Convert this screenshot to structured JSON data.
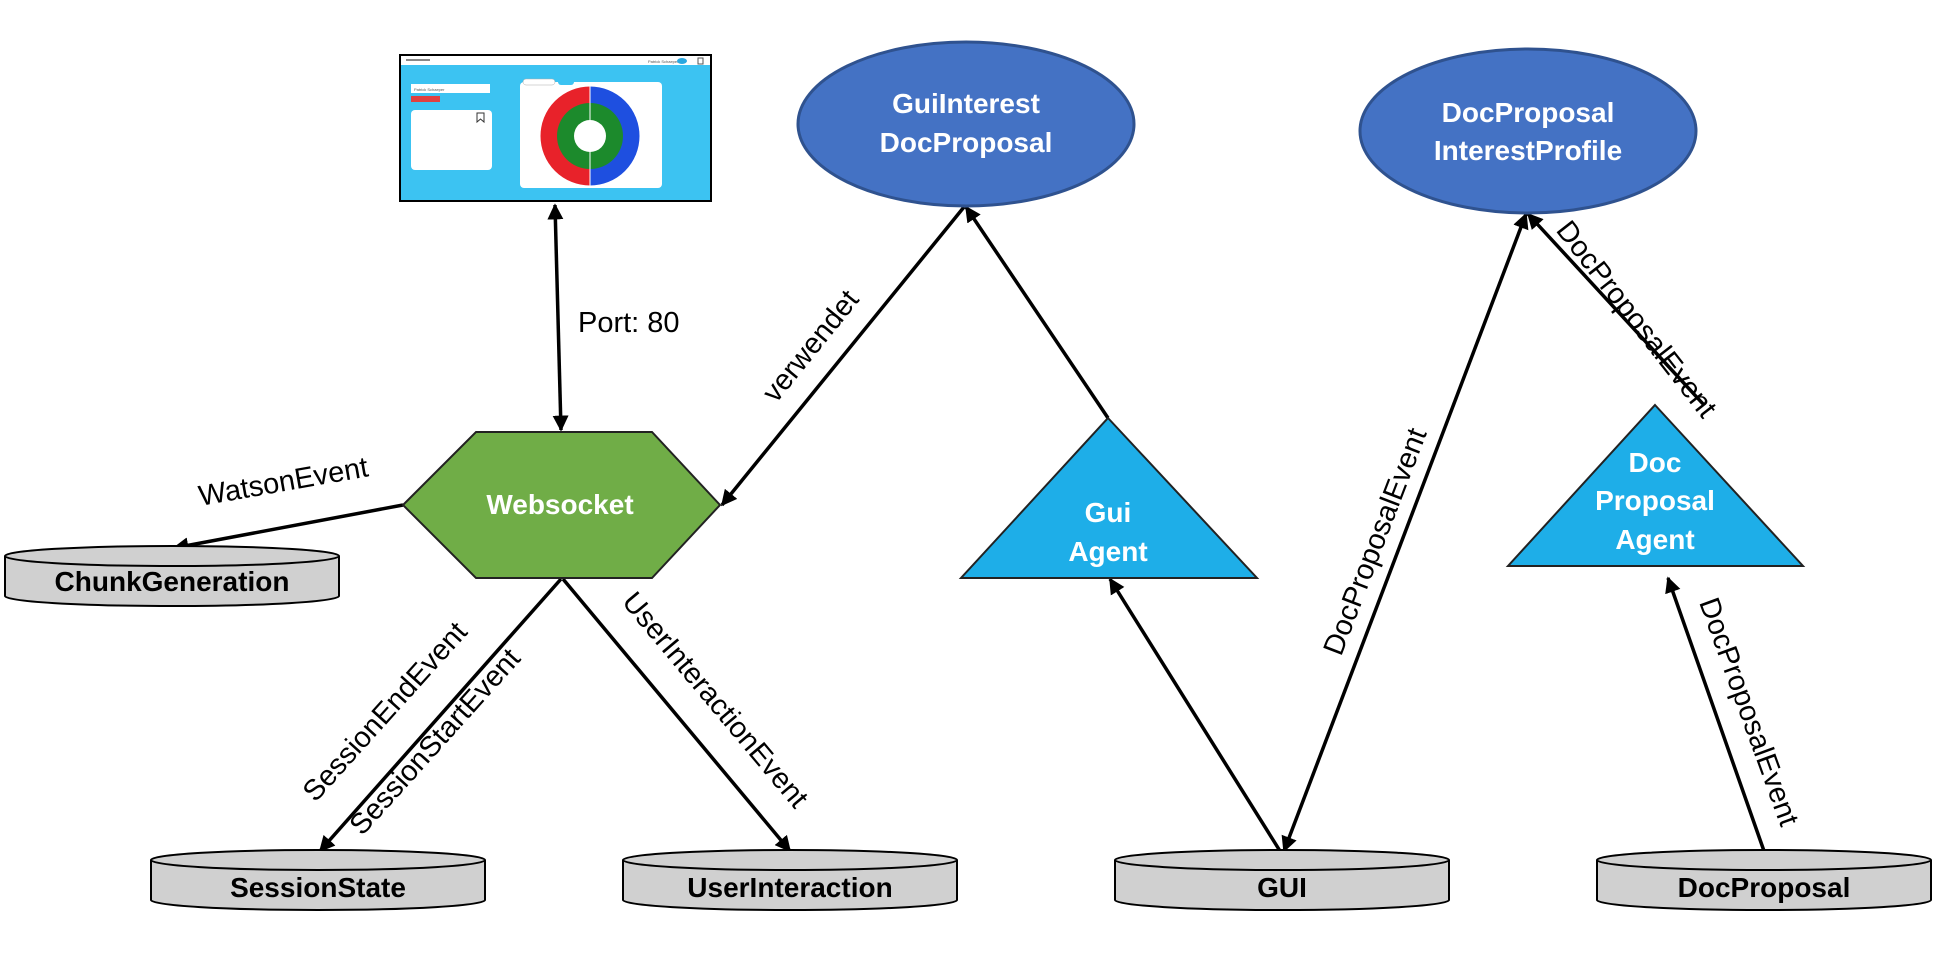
{
  "nodes": {
    "gui_interest_docproposal": {
      "line1": "GuiInterest",
      "line2": "DocProposal"
    },
    "docproposal_interestprofile": {
      "line1": "DocProposal",
      "line2": "InterestProfile"
    },
    "websocket": {
      "label": "Websocket"
    },
    "gui_agent": {
      "line1": "Gui",
      "line2": "Agent"
    },
    "docproposal_agent": {
      "line1": "Doc",
      "line2": "Proposal",
      "line3": "Agent"
    },
    "chunk_generation": {
      "label": "ChunkGeneration"
    },
    "session_state": {
      "label": "SessionState"
    },
    "user_interaction": {
      "label": "UserInteraction"
    },
    "gui_db": {
      "label": "GUI"
    },
    "docproposal_db": {
      "label": "DocProposal"
    }
  },
  "edges": {
    "port": "Port: 80",
    "verwendet": "verwendet",
    "watson_event": "WatsonEvent",
    "session_end_event": "SessionEndEvent",
    "session_start_event": "SessionStartEvent",
    "user_interaction_event": "UserInteractionEvent",
    "docproposal_event_gui": "DocProposalEvent",
    "docproposal_event_profile": "DocProposalEvent",
    "docproposal_event_agent": "DocProposalEvent"
  },
  "screenshot": {
    "user_name": "Patrick Schaeper",
    "input_value": "Patrick Schaeper"
  },
  "colors": {
    "ellipse": "#4472C4",
    "hexagon": "#70AD47",
    "triangle": "#1EAEE8",
    "cylinder": "#D0D0D0",
    "screen_bg": "#3CC3F2"
  }
}
